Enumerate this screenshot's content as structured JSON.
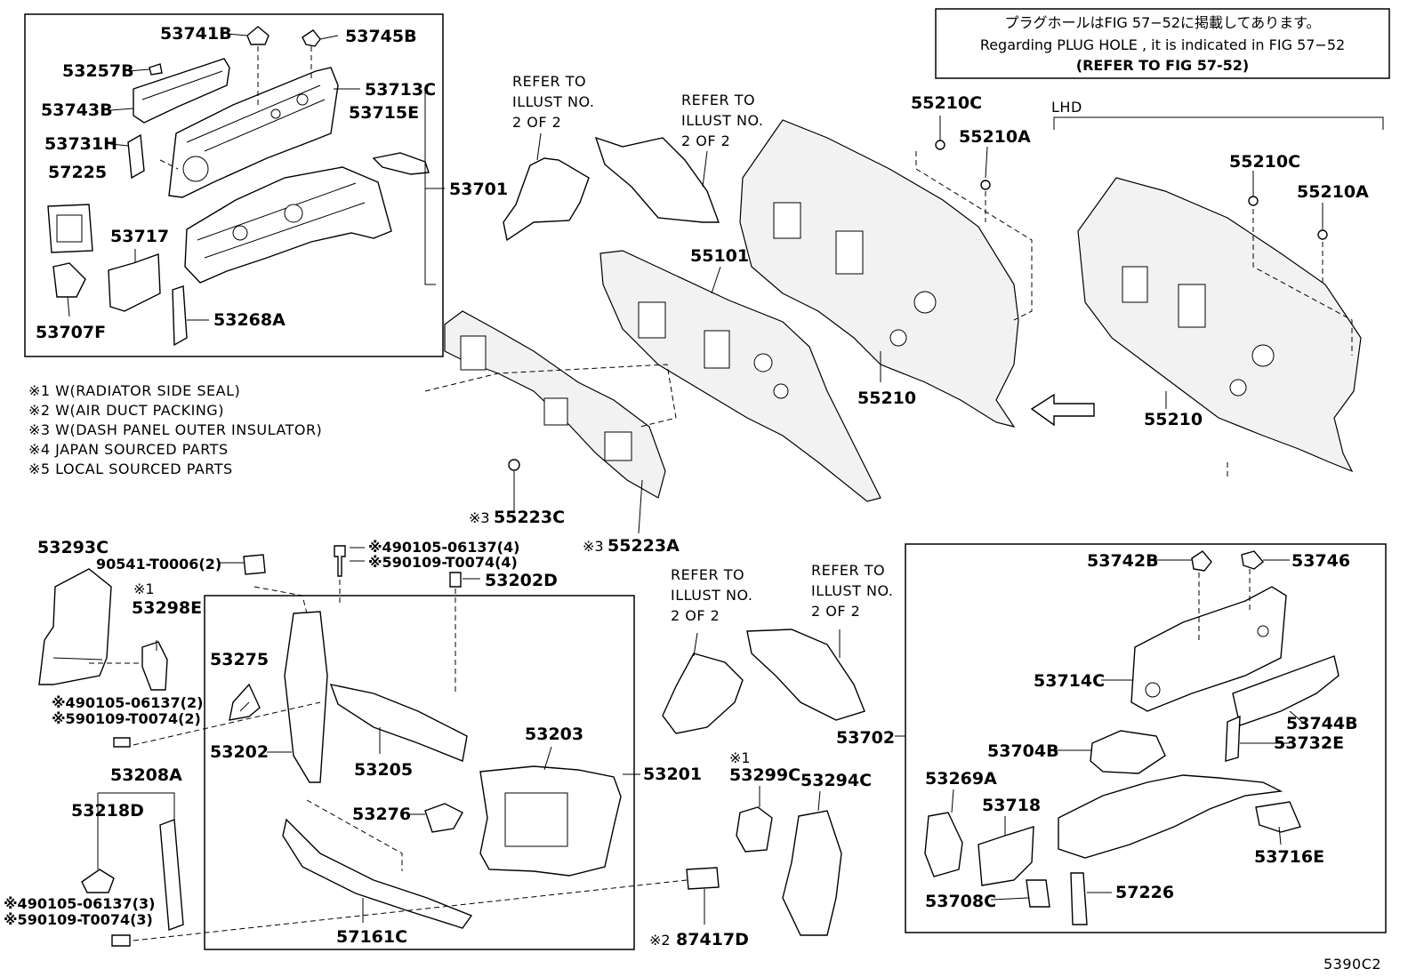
{
  "notice": {
    "line_jp": "プラグホールはFIG 57−52に掲載してあります。",
    "line_en": "Regarding  PLUG  HOLE , it is indicated in FIG  57−52",
    "line_ref": "(REFER TO FIG 57-52)"
  },
  "legend": [
    "※1 W(RADIATOR SIDE SEAL)",
    "※2 W(AIR DUCT PACKING)",
    "※3 W(DASH PANEL OUTER INSULATOR)",
    "※4 JAPAN SOURCED PARTS",
    "※5 LOCAL SOURCED PARTS"
  ],
  "refer_note": [
    "REFER TO",
    "ILLUST NO.",
    "2 OF 2"
  ],
  "lhd_label": "LHD",
  "figure_code": "5390C2",
  "labels": {
    "p53741B": "53741B",
    "p53745B": "53745B",
    "p53257B": "53257B",
    "p53713C": "53713C",
    "p53743B": "53743B",
    "p53715E": "53715E",
    "p53731H": "53731H",
    "p57225": "57225",
    "p53701": "53701",
    "p53717": "53717",
    "p53707F": "53707F",
    "p53268A": "53268A",
    "p55101": "55101",
    "p55210C_a": "55210C",
    "p55210A_a": "55210A",
    "p55210_a": "55210",
    "p55210C_b": "55210C",
    "p55210A_b": "55210A",
    "p55210_b": "55210",
    "p55223C": "55223C",
    "p55223A": "55223A",
    "mark3": "※3",
    "p53293C": "53293C",
    "p90541": "90541-T0006(2)",
    "p53298E": "53298E",
    "mark1": "※1",
    "f4_a": "※490105-06137(4)",
    "f5_a": "※590109-T0074(4)",
    "p53202D": "53202D",
    "f4_b": "※490105-06137(2)",
    "f5_b": "※590109-T0074(2)",
    "p53275": "53275",
    "p53202": "53202",
    "p53205": "53205",
    "p53203": "53203",
    "p53201": "53201",
    "p53208A": "53208A",
    "p53218D": "53218D",
    "p53276": "53276",
    "f4_c": "※490105-06137(3)",
    "f5_c": "※590109-T0074(3)",
    "p57161C": "57161C",
    "p87417D": "87417D",
    "mark2": "※2",
    "p53299C": "53299C",
    "p53294C": "53294C",
    "p53702": "53702",
    "p53742B": "53742B",
    "p53746": "53746",
    "p53714C": "53714C",
    "p53744B": "53744B",
    "p53704B": "53704B",
    "p53732E": "53732E",
    "p53269A": "53269A",
    "p53718": "53718",
    "p53716E": "53716E",
    "p53708C": "53708C",
    "p57226": "57226"
  }
}
